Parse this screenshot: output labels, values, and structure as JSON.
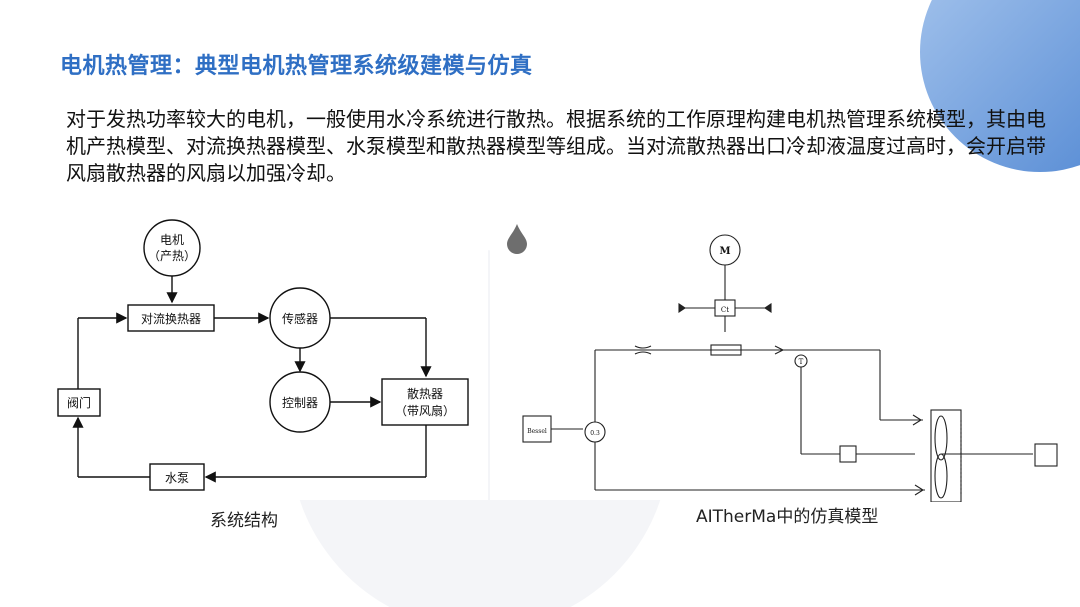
{
  "title": "电机热管理：典型电机热管理系统级建模与仿真",
  "intro": "对于发热功率较大的电机，一般使用水冷系统进行散热。根据系统的工作原理构建电机热管理系统模型，其由电机产热模型、对流换热器模型、水泵模型和散热器模型等组成。当对流散热器出口冷却液温度过高时，会开启带风扇散热器的风扇以加强冷却。",
  "diagram_left": {
    "caption": "系统结构",
    "motor_line1": "电机",
    "motor_line2": "（产热）",
    "convective_hx": "对流换热器",
    "sensor": "传感器",
    "controller": "控制器",
    "radiator_line1": "散热器",
    "radiator_line2": "（带风扇）",
    "valve": "阀门",
    "pump": "水泵"
  },
  "diagram_right": {
    "caption": "AITherMa中的仿真模型",
    "motor_symbol": "M",
    "hx_symbol": "Ct",
    "sensor_symbol": "T",
    "source_label": "Bessel",
    "pump_label": "0.3"
  },
  "colors": {
    "title": "#2f6fc4",
    "accent_circle": "#5b8fd6",
    "line": "#111111"
  }
}
